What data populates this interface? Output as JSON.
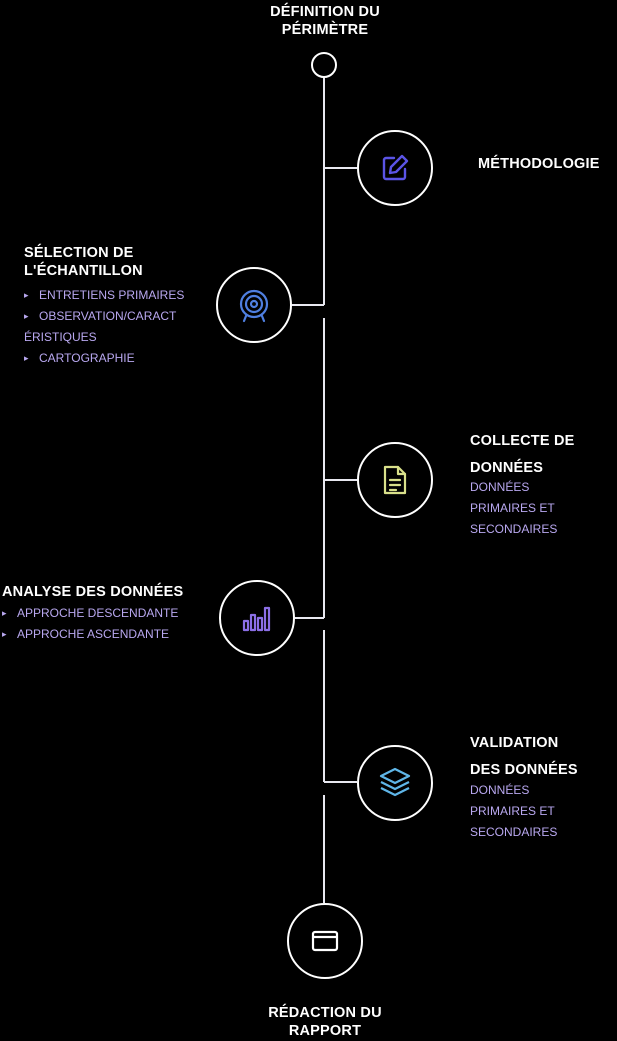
{
  "colors": {
    "line": "#e8e8f0",
    "text": "#ffffff",
    "sub": "#b9a8f0",
    "icon_purple": "#5b54e6",
    "icon_blue": "#4f7fe0",
    "icon_yellow": "#d9e08a",
    "icon_violet": "#8b6fe6",
    "icon_cyan": "#5fb6e8",
    "icon_white": "#ffffff"
  },
  "steps": {
    "start": {
      "title_line1": "Définition du",
      "title_line2": "périmètre"
    },
    "methodo": {
      "title": "Méthodologie",
      "icon": "pencil-square-icon"
    },
    "echantillon": {
      "title_line1": "Sélection de",
      "title_line2": "l'échantillon",
      "icon": "target-icon",
      "items": [
        "Entretiens primaires",
        "Observation/caract",
        "éristiques",
        "Cartographie"
      ]
    },
    "collecte": {
      "title_line1": "Collecte de",
      "title_line2": "données",
      "icon": "document-icon",
      "sub_line1": "Données",
      "sub_line2": "primaires et",
      "sub_line3": "secondaires"
    },
    "analyse": {
      "title": "Analyse des données",
      "icon": "bar-chart-icon",
      "items": [
        "Approche descendante",
        "Approche ascendante"
      ]
    },
    "validation": {
      "title_line1": "Validation",
      "title_line2": "des données",
      "icon": "layers-icon",
      "sub_line1": "Données",
      "sub_line2": "primaires et",
      "sub_line3": "secondaires"
    },
    "redaction": {
      "title_line1": "Rédaction du",
      "title_line2": "rapport",
      "icon": "window-icon"
    }
  }
}
